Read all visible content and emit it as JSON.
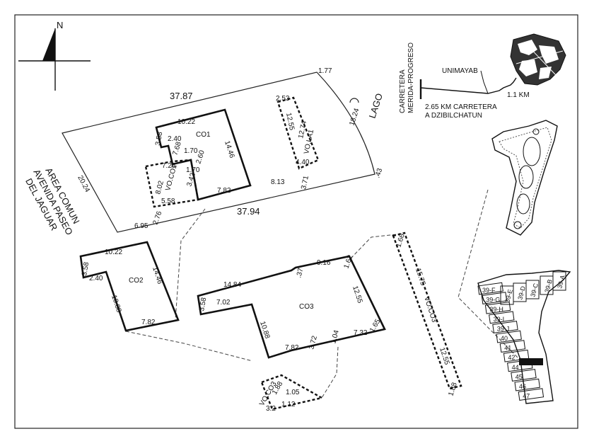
{
  "north": {
    "letter": "N"
  },
  "site": {
    "area_comun": [
      "AREA COMUN",
      "AVENIDA PASEO",
      "DEL JAGUAR"
    ],
    "lago": "LAGO",
    "dims": {
      "top": "37.87",
      "bottom": "37.94",
      "left": "20.24",
      "top_right": "1.77",
      "right_arc": "18.24",
      "right_small": ".43",
      "bl1": "6.95",
      "bl2": "2.76",
      "mid": "8.13"
    }
  },
  "co1": {
    "name": "CO1",
    "dims": [
      "10.22",
      "3.58",
      "2.40",
      "7.68",
      "1.70",
      "2.60",
      "1.70",
      "14.46",
      "3.42",
      "7.82"
    ]
  },
  "vo_co1": {
    "name": "VO.CO1",
    "dims": [
      "7.26",
      "8.02",
      "5.58"
    ]
  },
  "vo_la1": {
    "name": "VO.LA1",
    "dims": [
      "2.53",
      "12.74",
      "12.55",
      "4.40",
      "3.71"
    ]
  },
  "co2": {
    "name": "CO2",
    "dims": [
      "10.22",
      "3.58",
      "2.40",
      "14.46",
      "10.88",
      "7.82"
    ]
  },
  "co3": {
    "name": "CO3",
    "dims": [
      "9.16",
      "1.62",
      "14.84",
      ".37",
      "3.58",
      "7.02",
      "12.55",
      "10.88",
      "7.82",
      "3.72",
      "1.04",
      "7.32",
      "1.65"
    ]
  },
  "vo_co3_long": {
    "name": "VO.CO3",
    "dims": [
      "1.66",
      "15.75",
      "12.55",
      "1.88"
    ]
  },
  "vo_co3_small": {
    "name": "VO.CO3",
    "dims": [
      "1.88",
      "1.05",
      "1.12",
      "3.2"
    ]
  },
  "location": {
    "road": [
      "CARRETERA",
      "MERIDA-PROGRESO"
    ],
    "unimayab": "UNIMAYAB",
    "km": "1.1 KM",
    "carretera2": [
      "2.65 KM CARRETERA",
      "A DZIBILCHATUN"
    ]
  },
  "lots": {
    "top": [
      "39-A",
      "39-B",
      "39-C",
      "39-D",
      "39-E"
    ],
    "left": [
      "39-F",
      "39-G",
      "39-H",
      "39-I",
      "39-J",
      "40",
      "41",
      "42",
      "44",
      "45",
      "46",
      "47"
    ]
  }
}
